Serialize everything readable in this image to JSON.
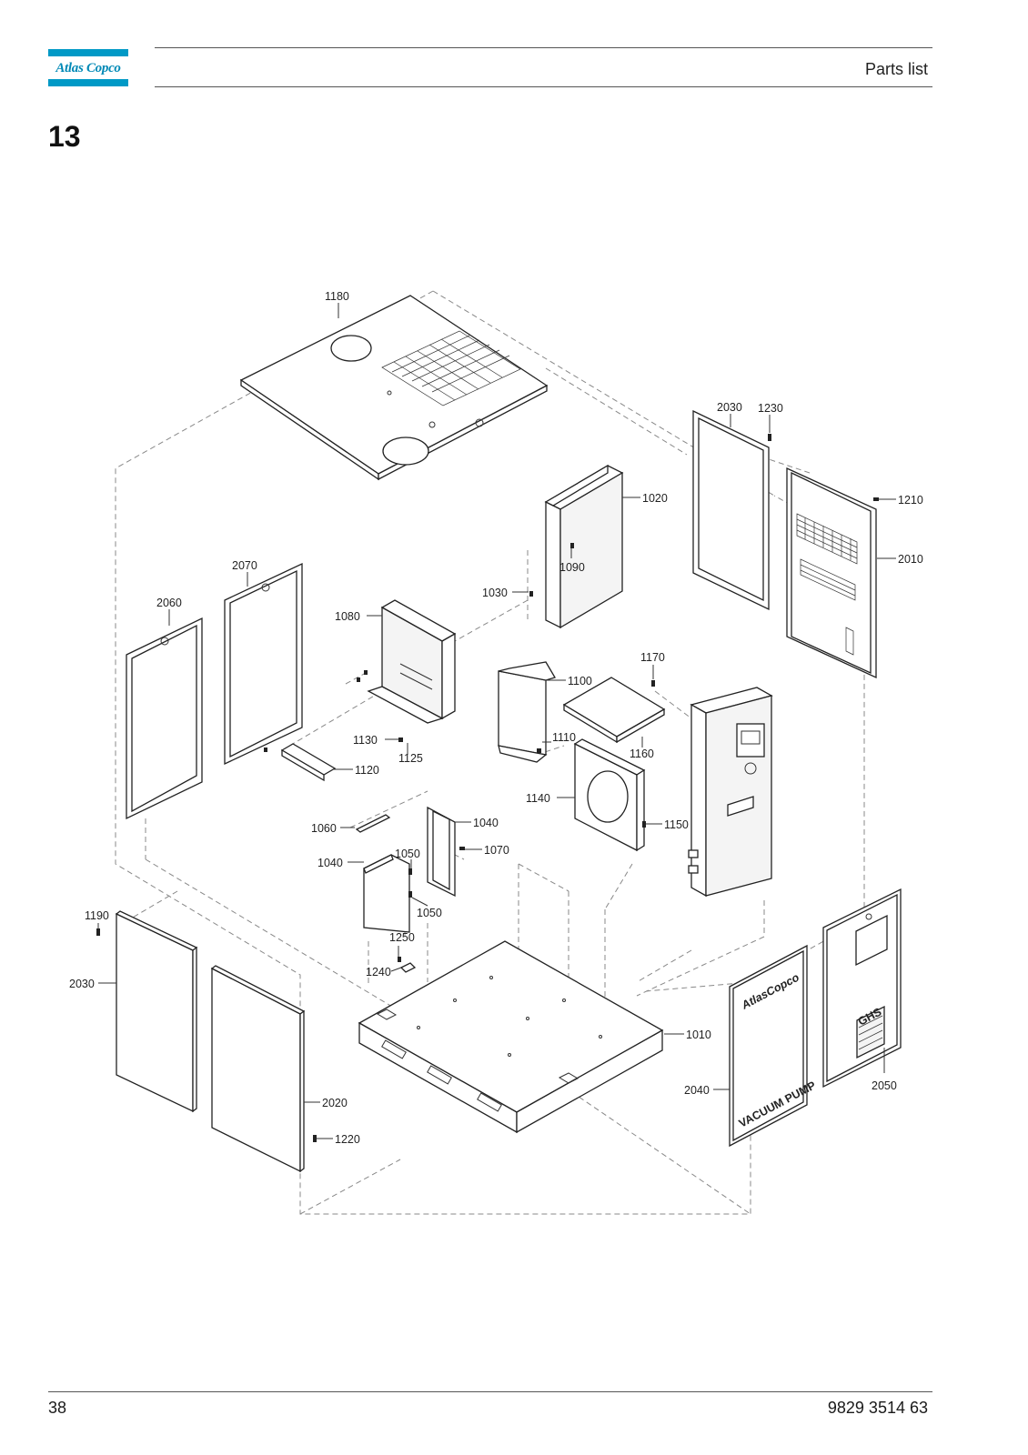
{
  "header": {
    "logo_text": "Atlas Copco",
    "section_title": "Parts list"
  },
  "chapter_number": "13",
  "footer": {
    "page_number": "38",
    "document_number": "9829 3514 63"
  },
  "diagram": {
    "labels": [
      "1180",
      "2030",
      "1230",
      "1020",
      "1210",
      "2010",
      "1090",
      "1030",
      "2070",
      "2060",
      "1080",
      "1170",
      "1100",
      "1110",
      "1160",
      "1130",
      "1125",
      "1120",
      "1140",
      "1150",
      "1060",
      "1040",
      "1070",
      "1050",
      "1040",
      "1050",
      "1190",
      "1250",
      "1240",
      "2030",
      "1010",
      "2040",
      "2050",
      "2020",
      "1220"
    ],
    "panel_texts": {
      "brand": "AtlasCopco",
      "product": "VACUUM PUMP",
      "badge": "GHS"
    }
  },
  "colors": {
    "brand": "#0099c6"
  }
}
